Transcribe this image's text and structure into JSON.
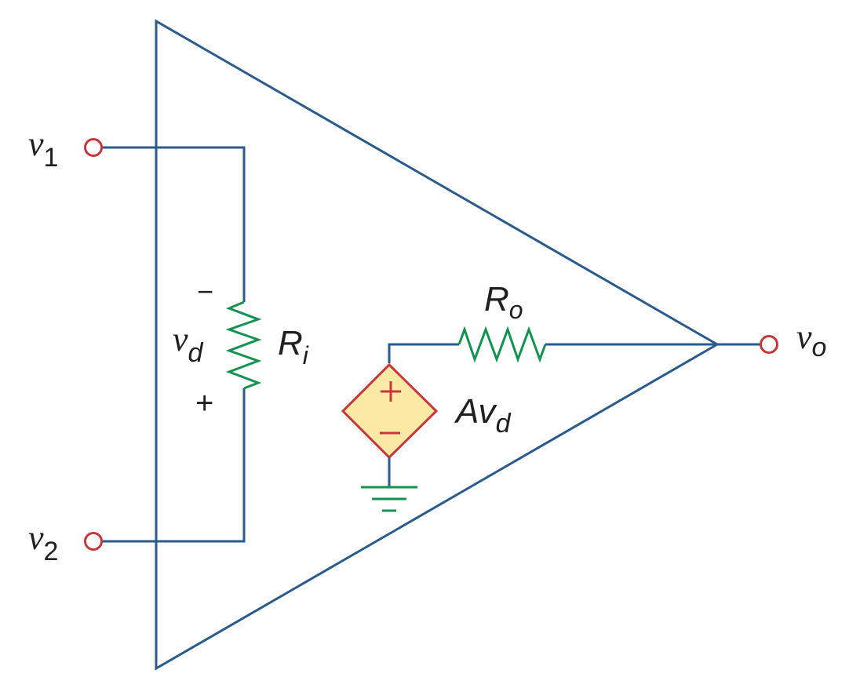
{
  "colors": {
    "wire": "#2b5a8c",
    "resistor": "#14924f",
    "terminal": "#c8363c",
    "source_fill": "#fde9a6",
    "text": "#231f20"
  },
  "labels": {
    "v1": {
      "main": "v",
      "sub": "1"
    },
    "v2": {
      "main": "v",
      "sub": "2"
    },
    "vd": {
      "main": "v",
      "sub": "d"
    },
    "vd_minus": "−",
    "vd_plus": "+",
    "ri": {
      "main": "R",
      "sub": "i"
    },
    "ro": {
      "main": "R",
      "sub": "o"
    },
    "source": {
      "main": "Av",
      "sub": "d"
    },
    "source_plus": "+",
    "source_minus": "−",
    "vo": {
      "main": "v",
      "sub": "o"
    }
  }
}
